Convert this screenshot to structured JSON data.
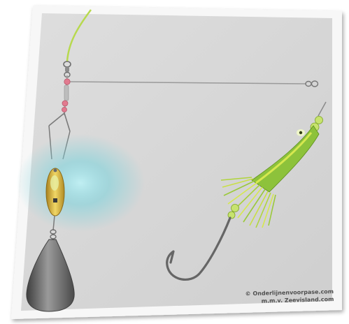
{
  "credit": {
    "line1": "© Onderlijnenvoorpase.com",
    "line2": "m.m.v. Zeevisland.com"
  },
  "illustration": {
    "subject": "fishing rig with spinner blade, lead sinker and tube lure hook",
    "colors": {
      "card_background": "#d9d9d9",
      "card_border": "#f7f7f7",
      "line_green": "#b7d94e",
      "lure_green": "#8dc23b",
      "lure_yellow": "#d6e84f",
      "beads_red": "#e27a8f",
      "spinner_gold": "#d8b13a",
      "glow_cyan": "#7fd3dc",
      "sinker_grey": "#6f6f6f",
      "hook_grey": "#666666"
    },
    "icons": [
      "swivel-icon",
      "spinner-blade-icon",
      "sinker-icon",
      "tube-lure-icon",
      "hook-icon"
    ]
  }
}
